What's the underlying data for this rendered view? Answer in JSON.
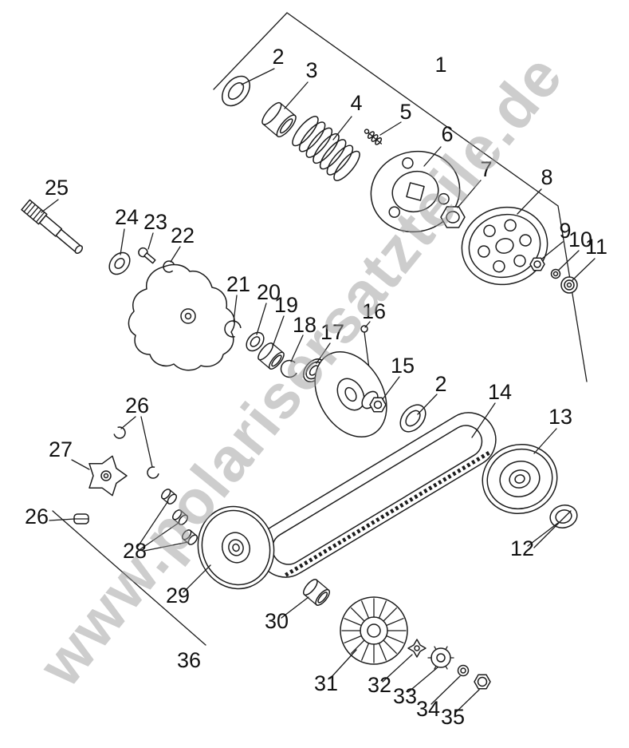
{
  "diagram": {
    "watermark": "www.polarisersatzteile.de",
    "background_color": "#ffffff",
    "line_color": "#1c1c1c",
    "label_color": "#111111",
    "watermark_color": "#9c9c9c"
  },
  "labels": [
    {
      "text": "2"
    },
    {
      "text": "3"
    },
    {
      "text": "1"
    },
    {
      "text": "4"
    },
    {
      "text": "5"
    },
    {
      "text": "6"
    },
    {
      "text": "7"
    },
    {
      "text": "8"
    },
    {
      "text": "25"
    },
    {
      "text": "24"
    },
    {
      "text": "23"
    },
    {
      "text": "22"
    },
    {
      "text": "9"
    },
    {
      "text": "10"
    },
    {
      "text": "11"
    },
    {
      "text": "21"
    },
    {
      "text": "20"
    },
    {
      "text": "19"
    },
    {
      "text": "18"
    },
    {
      "text": "17"
    },
    {
      "text": "16"
    },
    {
      "text": "15"
    },
    {
      "text": "2"
    },
    {
      "text": "14"
    },
    {
      "text": "13"
    },
    {
      "text": "26"
    },
    {
      "text": "27"
    },
    {
      "text": "26"
    },
    {
      "text": "12"
    },
    {
      "text": "28"
    },
    {
      "text": "29"
    },
    {
      "text": "30"
    },
    {
      "text": "36"
    },
    {
      "text": "31"
    },
    {
      "text": "32"
    },
    {
      "text": "33"
    },
    {
      "text": "34"
    },
    {
      "text": "35"
    }
  ]
}
